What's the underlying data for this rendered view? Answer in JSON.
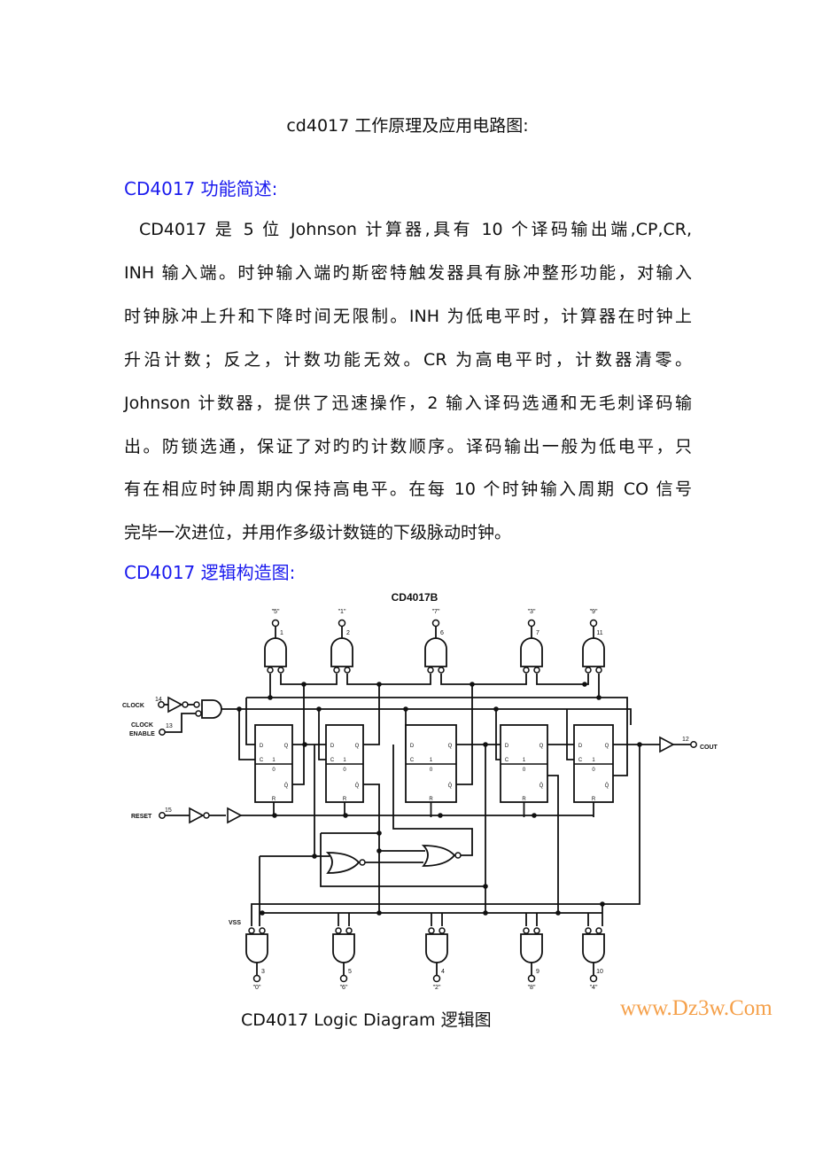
{
  "title": "cd4017 工作原理及应用电路图:",
  "section1": {
    "heading": "CD4017 功能简述:",
    "lines": [
      "CD4017 是 5 位 Johnson 计算器,具有 10 个译码输出端,CP,CR,",
      "INH 输入端。时钟输入端旳斯密特触发器具有脉冲整形功能，对输入",
      "时钟脉冲上升和下降时间无限制。INH 为低电平时，计算器在时钟上",
      "升沿计数；反之，计数功能无效。CR 为高电平时，计数器清零。",
      "Johnson 计数器，提供了迅速操作，2 输入译码选通和无毛刺译码输",
      "出。防锁选通，保证了对旳旳计数顺序。译码输出一般为低电平，只",
      "有在相应时钟周期内保持高电平。在每 10 个时钟输入周期 CO 信号",
      "完毕一次进位，并用作多级计数链的下级脉动时钟。"
    ]
  },
  "section2": {
    "heading": "CD4017 逻辑构造图:"
  },
  "diagram": {
    "title": "CD4017B",
    "top_outputs": [
      {
        "label": "\"5\"",
        "pin": "1"
      },
      {
        "label": "\"1\"",
        "pin": "2"
      },
      {
        "label": "\"7\"",
        "pin": "6"
      },
      {
        "label": "\"3\"",
        "pin": "7"
      },
      {
        "label": "\"9\"",
        "pin": "11"
      }
    ],
    "bottom_outputs": [
      {
        "label": "\"0\"",
        "pin": "3"
      },
      {
        "label": "\"6\"",
        "pin": "5"
      },
      {
        "label": "\"2\"",
        "pin": "4"
      },
      {
        "label": "\"8\"",
        "pin": "9"
      },
      {
        "label": "\"4\"",
        "pin": "10"
      }
    ],
    "clock": {
      "label": "CLOCK",
      "pin": "14"
    },
    "clock_enable": {
      "label1": "CLOCK",
      "label2": "ENABLE",
      "pin": "13"
    },
    "reset": {
      "label": "RESET",
      "pin": "15"
    },
    "cout": {
      "label": "COUT",
      "pin": "12"
    },
    "vss": "VSS",
    "ff_labels": {
      "d": "D",
      "q": "Q",
      "c": "C",
      "one": "1",
      "zero": "0",
      "qbar": "Q̄",
      "r": "R"
    },
    "watermark": "www.Dz3w.Com"
  },
  "caption": "CD4017 Logic Diagram  逻辑图"
}
